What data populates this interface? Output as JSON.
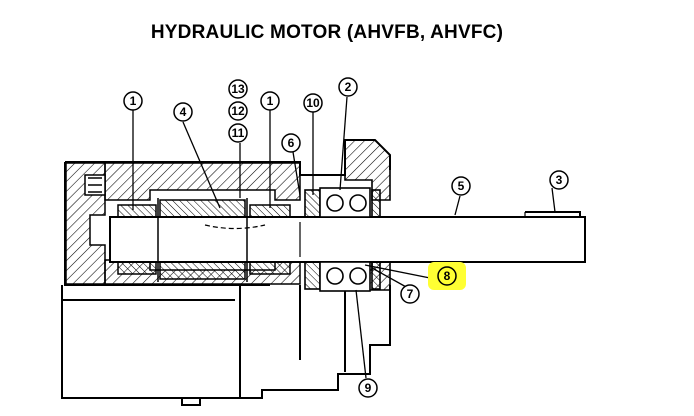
{
  "title": "HYDRAULIC MOTOR (AHVFB, AHVFC)",
  "colors": {
    "line": "#000000",
    "highlight": "#ffff33",
    "background": "#ffffff"
  },
  "callouts": [
    {
      "id": "callout-1-left",
      "label": "1"
    },
    {
      "id": "callout-4",
      "label": "4"
    },
    {
      "id": "callout-13",
      "label": "13"
    },
    {
      "id": "callout-12",
      "label": "12"
    },
    {
      "id": "callout-11",
      "label": "11"
    },
    {
      "id": "callout-1-right",
      "label": "1"
    },
    {
      "id": "callout-6",
      "label": "6"
    },
    {
      "id": "callout-10",
      "label": "10"
    },
    {
      "id": "callout-2",
      "label": "2"
    },
    {
      "id": "callout-5",
      "label": "5"
    },
    {
      "id": "callout-3",
      "label": "3"
    },
    {
      "id": "callout-8",
      "label": "8",
      "highlighted": true
    },
    {
      "id": "callout-7",
      "label": "7"
    },
    {
      "id": "callout-9",
      "label": "9"
    }
  ]
}
